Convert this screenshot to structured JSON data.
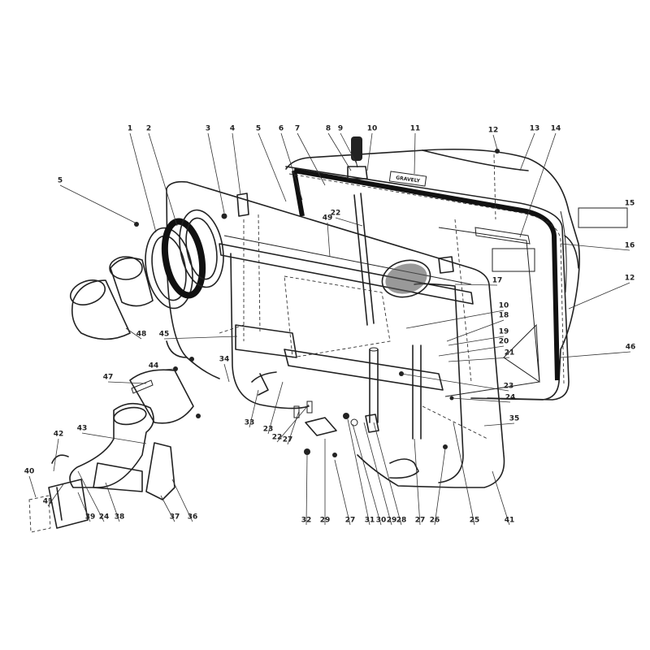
{
  "diagram": {
    "part_numbers": [
      "1",
      "2",
      "3",
      "4",
      "5",
      "6",
      "7",
      "8",
      "9",
      "10",
      "11",
      "12",
      "13",
      "14",
      "15",
      "16",
      "17",
      "5",
      "10",
      "18",
      "19",
      "20",
      "21",
      "12",
      "46",
      "45",
      "44",
      "47",
      "48",
      "49",
      "22",
      "23",
      "24",
      "35",
      "34",
      "33",
      "23",
      "22",
      "27",
      "32",
      "29",
      "27",
      "31",
      "30",
      "29",
      "28",
      "27",
      "26",
      "25",
      "41",
      "43",
      "42",
      "41",
      "40",
      "39",
      "24",
      "38",
      "37",
      "36"
    ],
    "decal_text": "GRAVELY"
  }
}
